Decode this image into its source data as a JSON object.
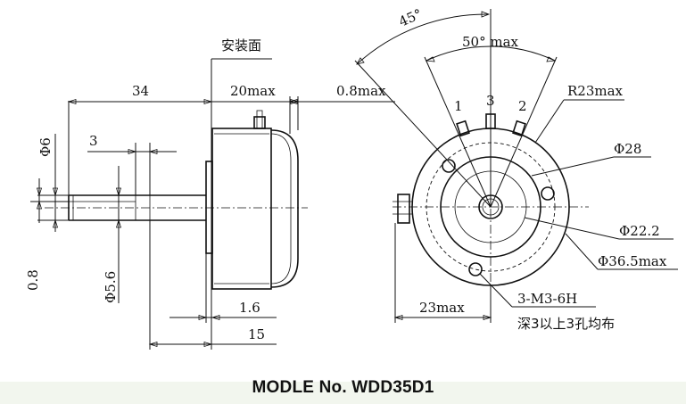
{
  "caption": "MODLE No.  WDD35D1",
  "side_view": {
    "mounting_face_label": "安装面",
    "dim_shaft_length": "34",
    "dim_body_depth": "20max",
    "dim_gap": "0.8max",
    "dim_shaft_dia": "Φ6",
    "dim_flat_length": "3",
    "dim_flat_depth": "0.8",
    "dim_flat_dia": "Φ5.6",
    "dim_flange_thickness": "1.6",
    "dim_bushing_length": "15"
  },
  "front_view": {
    "angle_mech": "45°",
    "angle_elec": "50° max",
    "terminal_1": "1",
    "terminal_3": "3",
    "terminal_2": "2",
    "dim_radius": "R23max",
    "dim_d28": "Φ28",
    "dim_d22": "Φ22.2",
    "dim_d365": "Φ36.5max",
    "dim_width": "23max",
    "dim_holes": "3-M3-6H",
    "holes_note": "深3以上3孔均布"
  }
}
